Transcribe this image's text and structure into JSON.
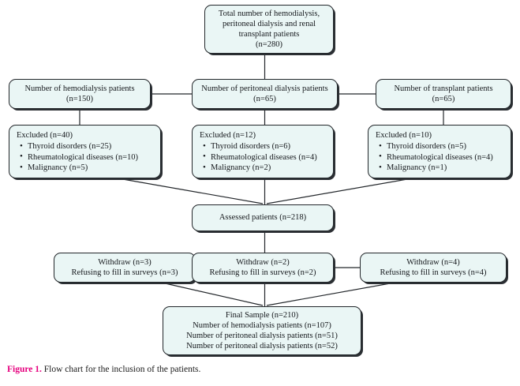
{
  "figure": {
    "caption_label": "Figure 1.",
    "caption_text": " Flow chart for the inclusion of the patients.",
    "caption_label_color": "#e6007e"
  },
  "style": {
    "node_fill": "#eaf6f5",
    "node_border": "#23272b",
    "connector_color": "#23272b",
    "page_background": "#ffffff"
  },
  "nodes": {
    "total": {
      "lines": [
        "Total number of hemodialysis,",
        "peritoneal dialysis and renal",
        "transplant patients",
        "(n=280)"
      ]
    },
    "hemodialysis": {
      "lines": [
        "Number of hemodialysis patients",
        "(n=150)"
      ]
    },
    "peritoneal": {
      "lines": [
        "Number of peritoneal dialysis patients",
        "(n=65)"
      ]
    },
    "transplant": {
      "lines": [
        "Number of transplant patients",
        "(n=65)"
      ]
    },
    "excluded_hd": {
      "heading": "Excluded (n=40)",
      "items": [
        "Thyroid disorders (n=25)",
        "Rheumatological diseases (n=10)",
        "Malignancy (n=5)"
      ]
    },
    "excluded_pd": {
      "heading": "Excluded (n=12)",
      "items": [
        "Thyroid disorders (n=6)",
        "Rheumatological diseases (n=4)",
        "Malignancy (n=2)"
      ]
    },
    "excluded_tx": {
      "heading": "Excluded (n=10)",
      "items": [
        "Thyroid disorders (n=5)",
        "Rheumatological diseases (n=4)",
        "Malignancy (n=1)"
      ]
    },
    "assessed": {
      "lines": [
        "Assessed patients (n=218)"
      ]
    },
    "withdraw_hd": {
      "lines": [
        "Withdraw (n=3)",
        "Refusing to fill in surveys (n=3)"
      ]
    },
    "withdraw_pd": {
      "lines": [
        "Withdraw (n=2)",
        "Refusing to fill in surveys (n=2)"
      ]
    },
    "withdraw_tx": {
      "lines": [
        "Withdraw (n=4)",
        "Refusing to fill in surveys (n=4)"
      ]
    },
    "final": {
      "lines": [
        "Final Sample (n=210)",
        "Number of hemodialysis patients (n=107)",
        "Number of peritoneal dialysis patients (n=51)",
        "Number of peritoneal dialysis patients (n=52)"
      ]
    }
  },
  "chart_data": {
    "type": "diagram",
    "title": "Flow chart for the inclusion of the patients",
    "total_enrolled": 280,
    "groups": [
      {
        "name": "Hemodialysis",
        "screened": 150,
        "excluded": 40,
        "withdrew": 3,
        "final": 107
      },
      {
        "name": "Peritoneal dialysis",
        "screened": 65,
        "excluded": 12,
        "withdrew": 2,
        "final": 51
      },
      {
        "name": "Transplant",
        "screened": 65,
        "excluded": 10,
        "withdrew": 4,
        "final": 52
      }
    ],
    "assessed_total": 218,
    "final_total": 210,
    "exclusion_reasons": {
      "Thyroid disorders": [
        25,
        6,
        5
      ],
      "Rheumatological diseases": [
        10,
        4,
        4
      ],
      "Malignancy": [
        5,
        2,
        1
      ]
    }
  }
}
